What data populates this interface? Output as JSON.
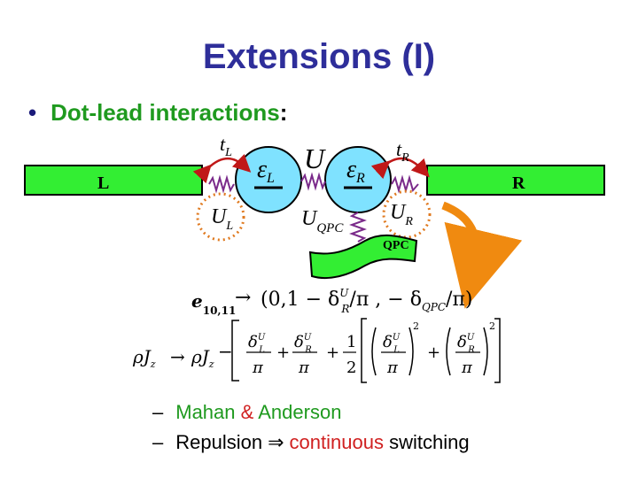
{
  "title": "Extensions (I)",
  "bullet": {
    "text_green": "Dot-lead interactions",
    "text_colon": ":"
  },
  "diagram": {
    "lead_left_label": "L",
    "lead_right_label": "R",
    "qpc_label": "QPC",
    "tL": "t",
    "tL_sub": "L",
    "tR": "t",
    "tR_sub": "R",
    "U": "U",
    "epsL": "ε",
    "epsL_sub": "L",
    "epsR": "ε",
    "epsR_sub": "R",
    "UL": "U",
    "UL_sub": "L",
    "UR": "U",
    "UR_sub": "R",
    "UQPC": "U",
    "UQPC_sub": "QPC"
  },
  "equations": {
    "vector_name": "e",
    "vector_sub": "10,11",
    "vector_rhs": "(0,1 − δ",
    "vector_delta_sup": "U",
    "vector_delta_sub": "R",
    "vector_tail": "/π , − δ",
    "vector_qpc_sub": "QPC",
    "vector_end": "/π)",
    "rho_lhs": "ρJ",
    "rho_lhs_sub": "z",
    "rho_arrow": "→",
    "rho_rhs": "ρJ",
    "rho_rhs_sub": "z",
    "minus": "−",
    "delta": "δ",
    "sup_U": "U",
    "sub_L": "L",
    "sub_R": "R",
    "pi": "π",
    "plus": "+",
    "one": "1",
    "two": "2",
    "square": "2"
  },
  "sub_bullets": [
    {
      "dash": "–",
      "part1": "Mahan",
      "amp": "&",
      "part2": "Anderson"
    },
    {
      "dash": "–",
      "part1": "Repulsion",
      "implies": "⇒",
      "part2": "continuous",
      "part3": "switching"
    }
  ]
}
